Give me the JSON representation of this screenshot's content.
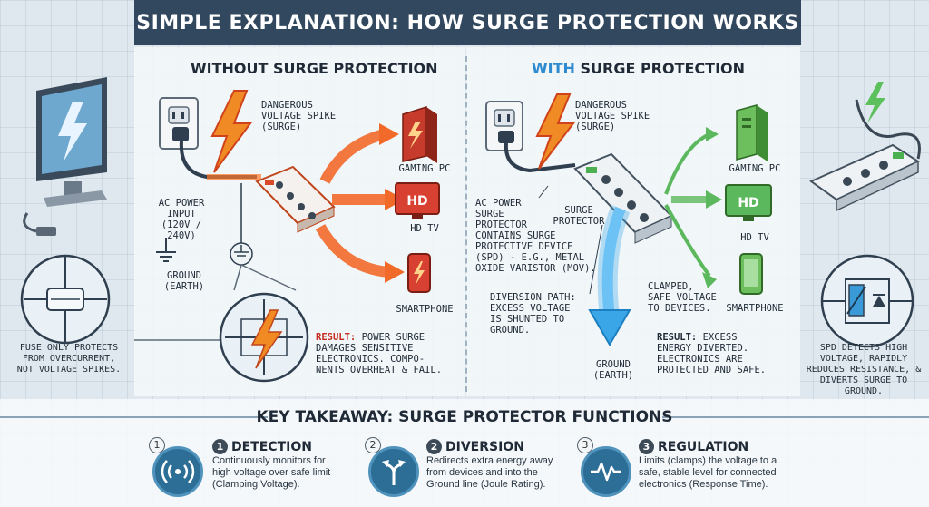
{
  "title": "SIMPLE EXPLANATION: HOW SURGE PROTECTION WORKS",
  "left_panel": {
    "heading": "WITHOUT SURGE PROTECTION",
    "spike_label": "DANGEROUS\nVOLTAGE SPIKE\n(SURGE)",
    "ac_label": "AC POWER\nINPUT\n(120V / 240V)",
    "ground_label": "GROUND\n(EARTH)",
    "device_pc": "GAMING PC",
    "device_tv": "HD TV",
    "device_phone": "SMARTPHONE",
    "tv_badge": "HD",
    "result_lead": "RESULT:",
    "result_text": " POWER SURGE\nDAMAGES SENSITIVE\nELECTRONICS. COMPO-\nNENTS OVERHEAT & FAIL."
  },
  "right_panel": {
    "heading_accent": "WITH",
    "heading_rest": " SURGE PROTECTION",
    "spike_label": "DANGEROUS\nVOLTAGE SPIKE\n(SURGE)",
    "ac_label": "AC POWER\nSURGE\nPROTECTOR\nCONTAINS SURGE\nPROTECTIVE DEVICE\n(SPD) - e.g., METAL\nOXIDE VARISTOR (MOV).",
    "protector_label": "SURGE\nPROTECTOR",
    "device_pc": "GAMING PC",
    "device_tv": "HD TV",
    "device_phone": "SMARTPHONE",
    "tv_badge": "HD",
    "clamped_label": "CLAMPED,\nSAFE VOLTAGE\nTO DEVICES.",
    "diversion_label": "DIVERSION PATH:\nEXCESS VOLTAGE\nIS SHUNTED TO\nGROUND.",
    "ground_label": "GROUND\n(EARTH)",
    "result_lead": "RESULT:",
    "result_text": " EXCESS\nENERGY DIVERTED.\nELECTRONICS ARE\nPROTECTED AND SAFE."
  },
  "side_left": {
    "fuse_note": "FUSE ONLY PROTECTS\nFROM OVERCURRENT,\nNOT VOLTAGE SPIKES."
  },
  "side_right": {
    "spd_note": "SPD DETECTS HIGH\nVOLTAGE, RAPIDLY\nREDUCES RESISTANCE, &\nDIVERTS SURGE TO GROUND."
  },
  "takeaway": {
    "title": "KEY TAKEAWAY: SURGE PROTECTOR FUNCTIONS",
    "functions": [
      {
        "number": "1",
        "name": "DETECTION",
        "desc": "Continuously monitors for\nhigh voltage over safe limit\n(Clamping Voltage)."
      },
      {
        "number": "2",
        "name": "DIVERSION",
        "desc": "Redirects extra energy away\nfrom devices and into the\nGround line (Joule Rating)."
      },
      {
        "number": "3",
        "name": "REGULATION",
        "desc": "Limits (clamps) the voltage to a\nsafe, stable level for connected\nelectronics (Response Time)."
      }
    ]
  },
  "colors": {
    "title_bg": "#31485e",
    "danger": "#e8561e",
    "safe": "#4caf50",
    "diversion": "#3aa6e8",
    "accent": "#2e8bd0"
  }
}
